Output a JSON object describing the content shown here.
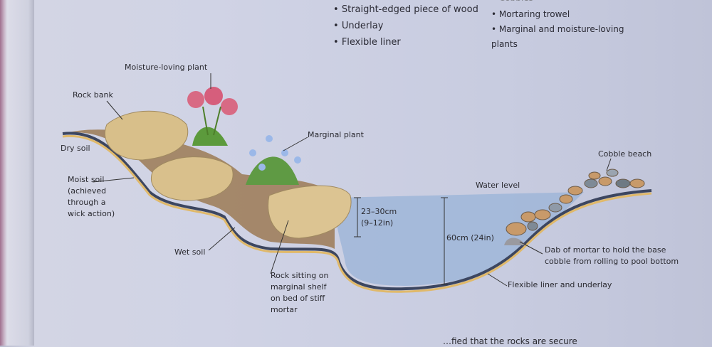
{
  "materials_left": [
    "Straight-edged piece of wood",
    "Underlay",
    "Flexible liner"
  ],
  "materials_right": [
    "Mortaring trowel",
    "Marginal and moisture-loving plants"
  ],
  "labels": {
    "moisture_plant": "Moisture-loving plant",
    "rock_bank": "Rock bank",
    "dry_soil": "Dry soil",
    "moist_soil": [
      "Moist soil",
      "(achieved",
      "through a",
      "wick action)"
    ],
    "marginal_plant": "Marginal plant",
    "cobble_beach": "Cobble beach",
    "water_level": "Water level",
    "shelf_depth": [
      "23–30cm",
      "(9–12in)"
    ],
    "pool_depth": "60cm (24in)",
    "wet_soil": "Wet soil",
    "rock_shelf": [
      "Rock sitting on",
      "marginal shelf",
      "on bed of stiff",
      "mortar"
    ],
    "mortar_dab": [
      "Dab of mortar to hold the base",
      "cobble from rolling to pool bottom"
    ],
    "liner": "Flexible liner and underlay"
  },
  "footer_text": "…fied that the rocks are secure"
}
